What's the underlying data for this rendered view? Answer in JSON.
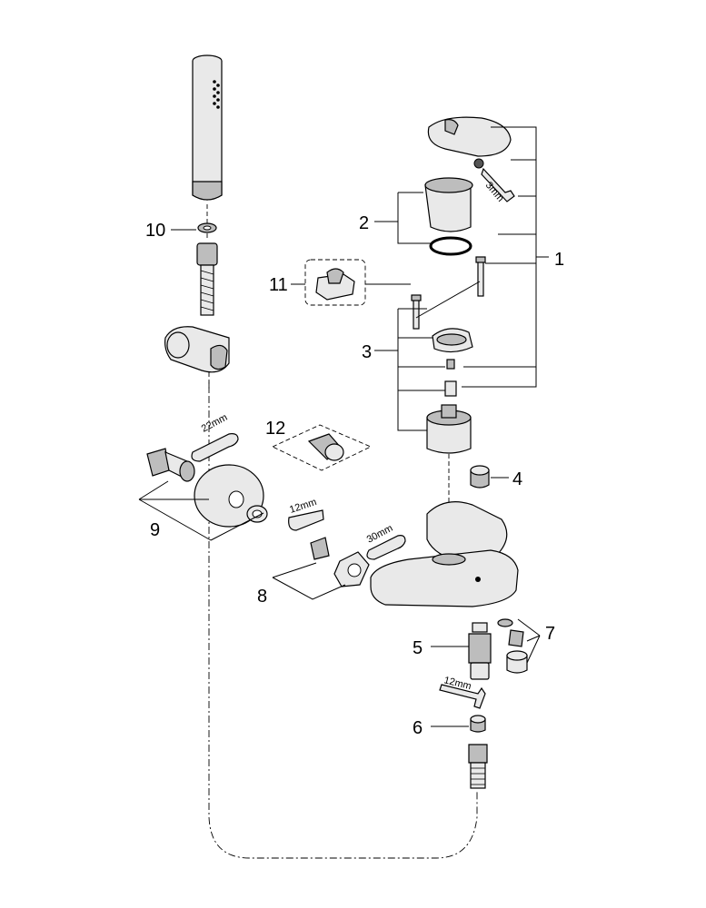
{
  "diagram": {
    "callouts": {
      "c1": "1",
      "c2": "2",
      "c3": "3",
      "c4": "4",
      "c5": "5",
      "c6": "6",
      "c7": "7",
      "c8": "8",
      "c9": "9",
      "c10": "10",
      "c11": "11",
      "c12": "12"
    },
    "tool_labels": {
      "hex_3mm": "3mm",
      "wrench_22mm": "22mm",
      "hex_12mm_upper": "12mm",
      "wrench_30mm": "30mm",
      "hex_12mm_lower": "12mm"
    }
  }
}
